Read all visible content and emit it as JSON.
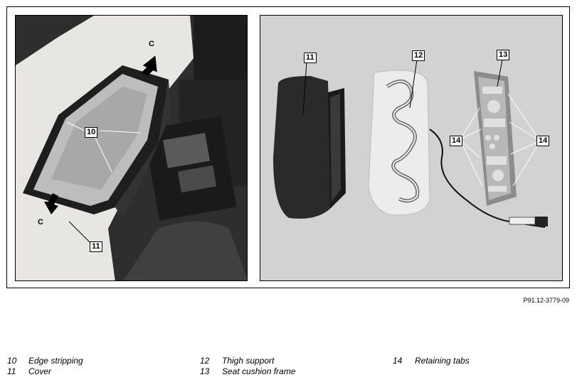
{
  "figure": {
    "callouts": {
      "c_top": "C",
      "c_bottom": "C",
      "n10": "10",
      "n11_photo": "11",
      "n11_illus": "11",
      "n12": "12",
      "n13": "13",
      "n14_left": "14",
      "n14_right": "14"
    },
    "doc_number": "P91.12-3779-09"
  },
  "legend": [
    {
      "num": "10",
      "text": "Edge stripping"
    },
    {
      "num": "11",
      "text": "Cover"
    },
    {
      "num": "12",
      "text": "Thigh support"
    },
    {
      "num": "13",
      "text": "Seat cushion frame"
    },
    {
      "num": "14",
      "text": "Retaining tabs"
    }
  ]
}
